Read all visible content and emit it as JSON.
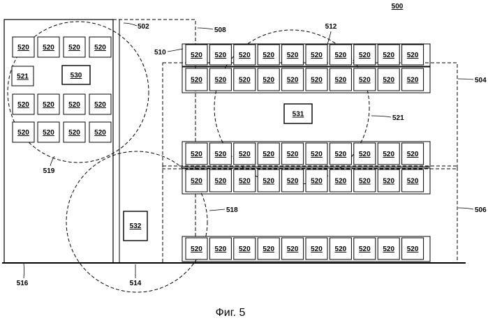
{
  "figure": {
    "number_label": "500",
    "caption": "Фиг. 5"
  },
  "units": {
    "device_label": "520",
    "unit_521": "521",
    "unit_530": "530",
    "unit_531": "531",
    "unit_532": "532"
  },
  "regions": {
    "left_circle": "502",
    "mid_rect": "508",
    "top_row_marker": "510",
    "top_circle": "512",
    "right_upper": "504",
    "right_circle": "521",
    "right_lower": "506",
    "left_rect": "519",
    "bottom_circle": "518",
    "floor_left": "516",
    "floor_mid": "514"
  },
  "colors": {
    "stroke": "#000000",
    "background": "#ffffff"
  }
}
